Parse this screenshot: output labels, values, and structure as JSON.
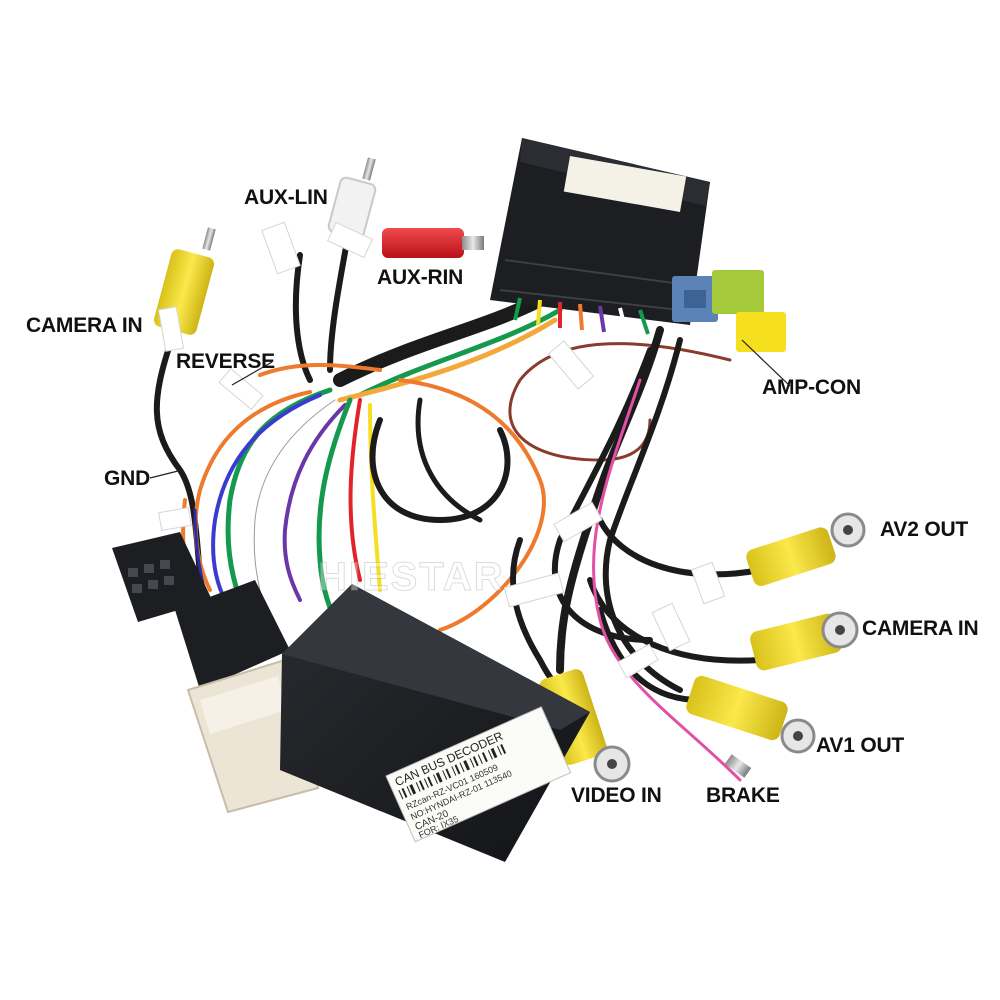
{
  "watermark": "HIESTAR",
  "labels": {
    "aux_lin": "AUX-LIN",
    "aux_rin": "AUX-RIN",
    "camera_in_left": "CAMERA IN",
    "reverse": "REVERSE",
    "gnd": "GND",
    "amp_con": "AMP-CON",
    "av2_out": "AV2 OUT",
    "camera_in_right": "CAMERA IN",
    "av1_out": "AV1 OUT",
    "video_in": "VIDEO IN",
    "brake": "BRAKE"
  },
  "decoder_label": {
    "title": "CAN BUS DECODER",
    "line1": "RZcan-RZ-VC01 160509",
    "line2": "NO:HYNDAI-RZ-01 113540",
    "line3": "CAN-20",
    "line4": "FOR: IX35"
  },
  "colors": {
    "rca_yellow": "#f5df1e",
    "rca_red": "#e3232a",
    "rca_white": "#f2f2f2",
    "connector_black": "#1d1e22",
    "connector_green": "#a4c93a",
    "connector_blue": "#5b83b8",
    "connector_cream": "#ece4d4",
    "wire_orange": "#ee7a2d",
    "wire_green": "#159a4d",
    "wire_pink": "#e24fa6",
    "wire_brown": "#8a3b2c",
    "wire_black": "#1b1b1b"
  }
}
